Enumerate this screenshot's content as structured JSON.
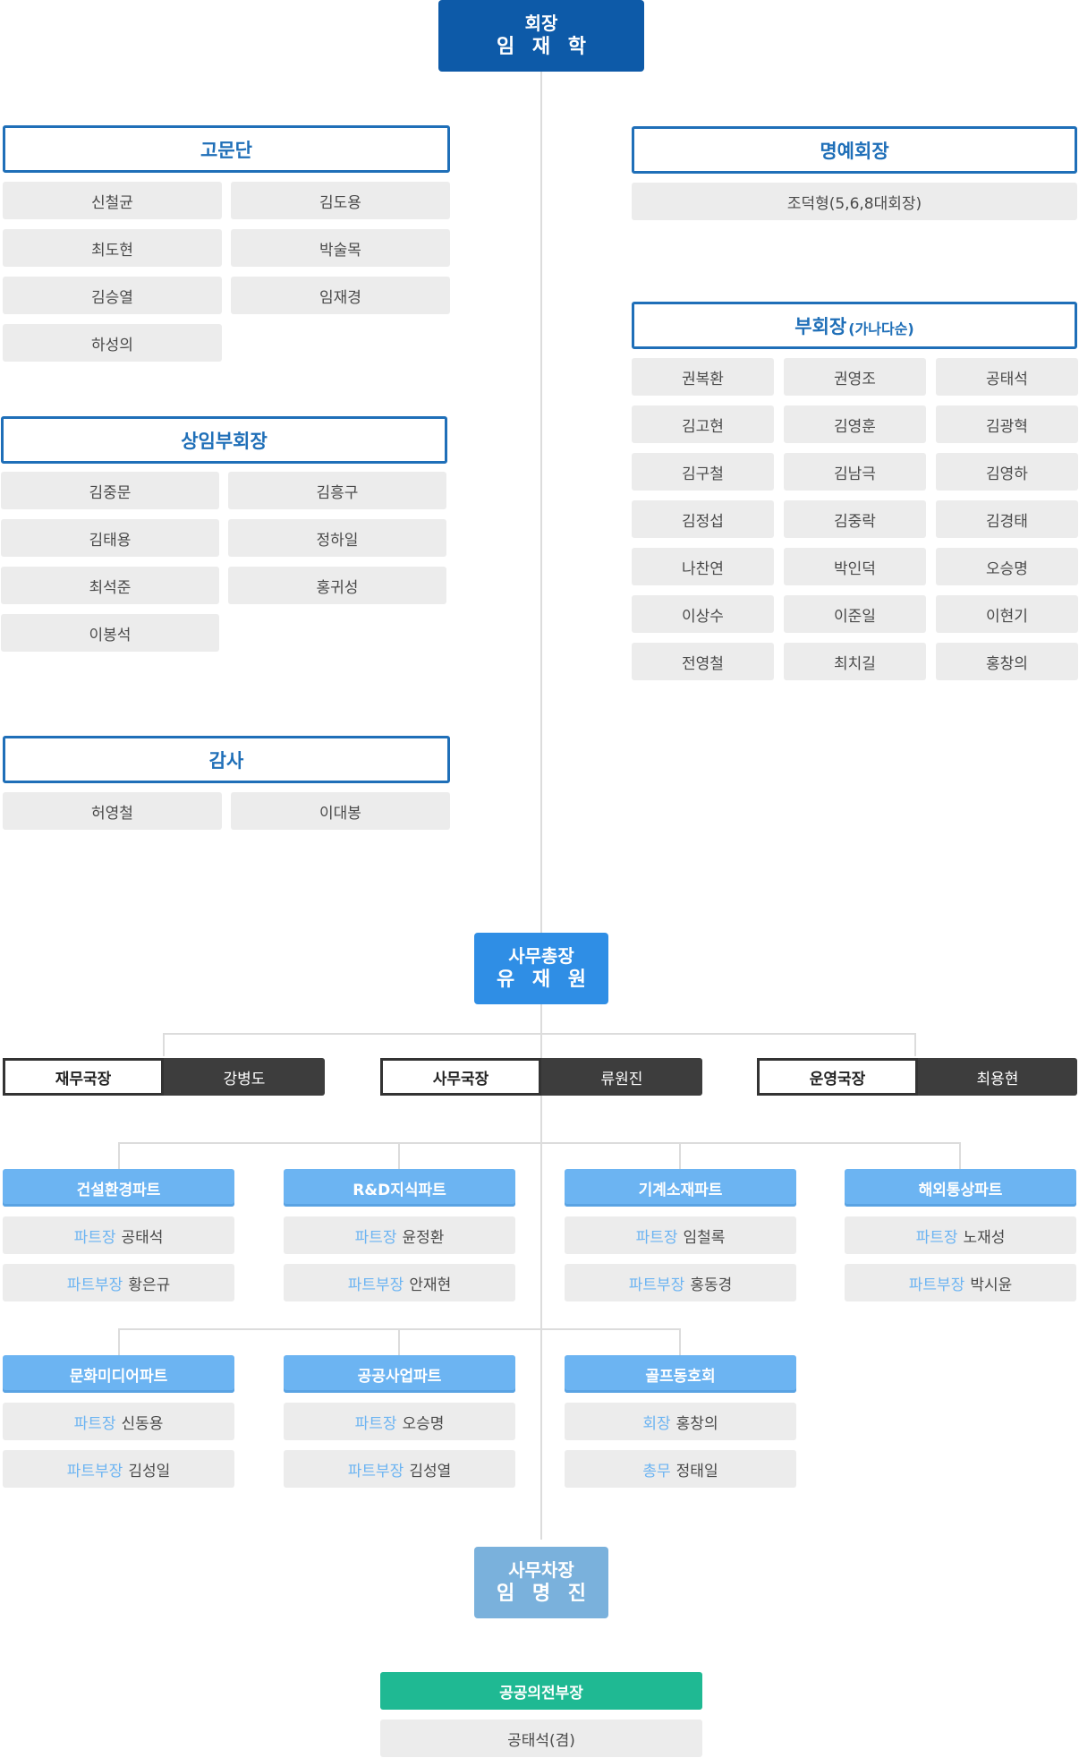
{
  "chairman": {
    "title": "회장",
    "name": "임 재 학"
  },
  "advisors": {
    "title": "고문단",
    "members": [
      "신철균",
      "김도용",
      "최도현",
      "박술목",
      "김승열",
      "임재경",
      "하성의"
    ]
  },
  "honorary": {
    "title": "명예회장",
    "members": [
      "조덕형(5,6,8대회장)"
    ]
  },
  "vice_presidents": {
    "title": "부회장",
    "subtitle": "(가나다순)",
    "members": [
      "권복환",
      "권영조",
      "공태석",
      "김고현",
      "김영훈",
      "김광혁",
      "김구철",
      "김남극",
      "김영하",
      "김정섭",
      "김중락",
      "김경태",
      "나찬연",
      "박인덕",
      "오승명",
      "이상수",
      "이준일",
      "이현기",
      "전영철",
      "최치길",
      "홍창의"
    ]
  },
  "standing_vp": {
    "title": "상임부회장",
    "members": [
      "김중문",
      "김흥구",
      "김태용",
      "정하일",
      "최석준",
      "홍귀성",
      "이봉석"
    ]
  },
  "auditors": {
    "title": "감사",
    "members": [
      "허영철",
      "이대봉"
    ]
  },
  "secretary_general": {
    "title": "사무총장",
    "name": "유 재 원"
  },
  "directors": [
    {
      "label": "재무국장",
      "name": "강병도"
    },
    {
      "label": "사무국장",
      "name": "류원진"
    },
    {
      "label": "운영국장",
      "name": "최용현"
    }
  ],
  "parts_row1": [
    {
      "title": "건설환경파트",
      "rows": [
        {
          "role": "파트장",
          "name": "공태석"
        },
        {
          "role": "파트부장",
          "name": "황은규"
        }
      ]
    },
    {
      "title": "R&D지식파트",
      "rows": [
        {
          "role": "파트장",
          "name": "윤정환"
        },
        {
          "role": "파트부장",
          "name": "안재현"
        }
      ]
    },
    {
      "title": "기계소재파트",
      "rows": [
        {
          "role": "파트장",
          "name": "임철록"
        },
        {
          "role": "파트부장",
          "name": "홍동경"
        }
      ]
    },
    {
      "title": "해외통상파트",
      "rows": [
        {
          "role": "파트장",
          "name": "노재성"
        },
        {
          "role": "파트부장",
          "name": "박시윤"
        }
      ]
    }
  ],
  "parts_row2": [
    {
      "title": "문화미디어파트",
      "rows": [
        {
          "role": "파트장",
          "name": "신동용"
        },
        {
          "role": "파트부장",
          "name": "김성일"
        }
      ]
    },
    {
      "title": "공공사업파트",
      "rows": [
        {
          "role": "파트장",
          "name": "오승명"
        },
        {
          "role": "파트부장",
          "name": "김성열"
        }
      ]
    },
    {
      "title": "골프동호회",
      "rows": [
        {
          "role": "회장",
          "name": "홍창의"
        },
        {
          "role": "총무",
          "name": "정태일"
        }
      ]
    }
  ],
  "deputy_secretary": {
    "title": "사무차장",
    "name": "임 명 진"
  },
  "public_affairs": {
    "title": "공공의전부장",
    "member": "공태석(겸)"
  },
  "colors": {
    "dark_blue": "#0d5aa8",
    "mid_blue": "#2f8ee5",
    "light_blue": "#6cb4f2",
    "pale_blue": "#7ab1dc",
    "outline_blue": "#1f6fb8",
    "green": "#1fb993",
    "dark_gray": "#3d3d3d",
    "pill_gray": "#ececec"
  }
}
